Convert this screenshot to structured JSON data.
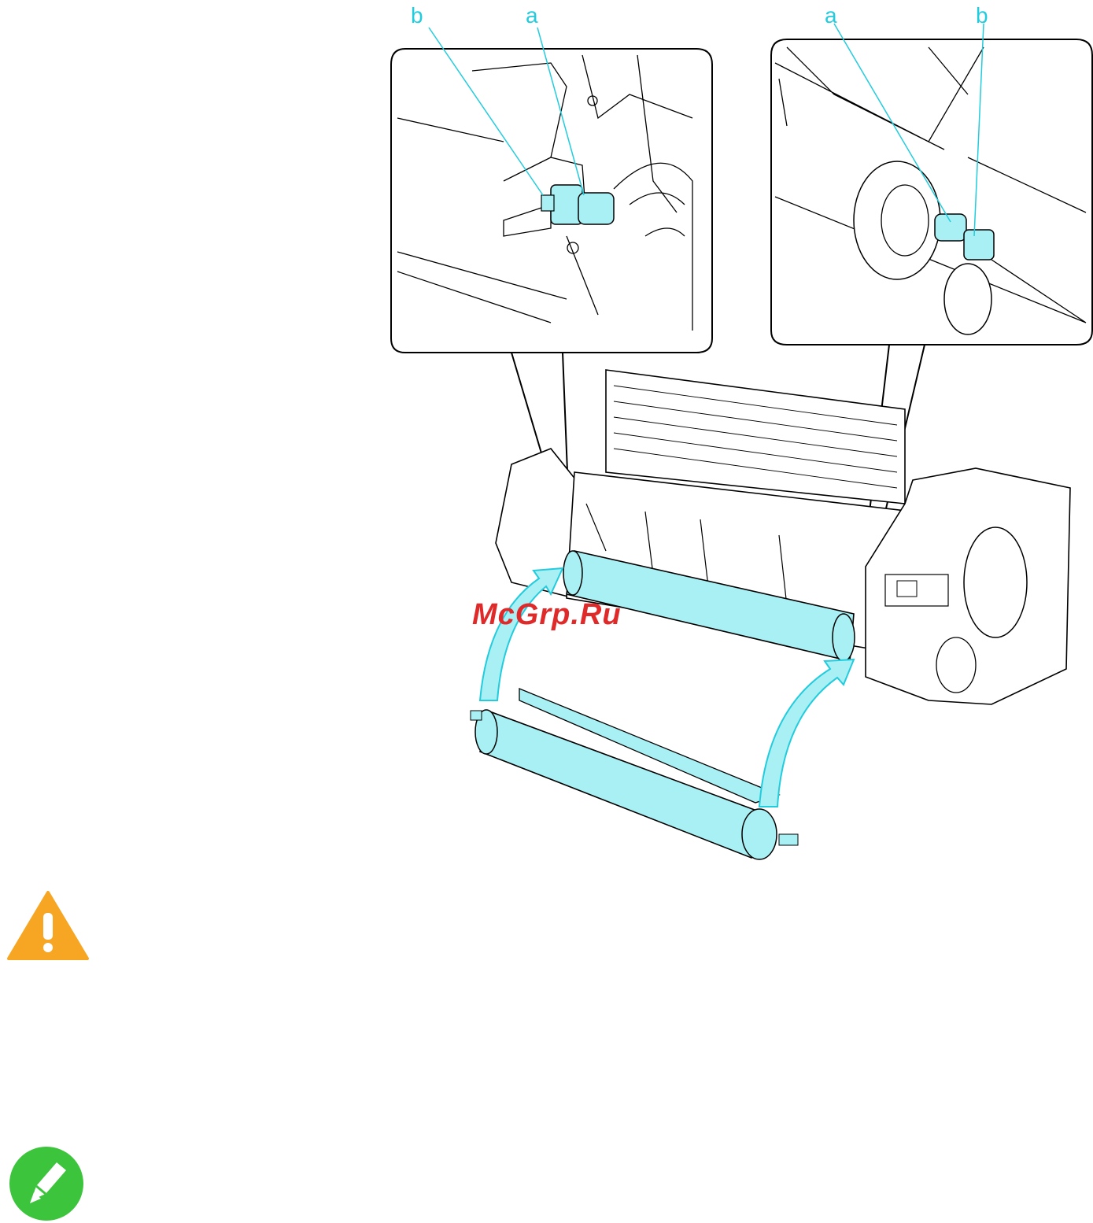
{
  "figure": {
    "callouts_left": {
      "b": "b",
      "a": "a"
    },
    "callouts_right": {
      "a": "a",
      "b": "b"
    },
    "accent_color": "#22ccdd",
    "roll_color": "#a8f0f4",
    "watermark": "McGrp.Ru"
  },
  "icons": {
    "caution": "caution-icon",
    "note": "note-icon"
  }
}
